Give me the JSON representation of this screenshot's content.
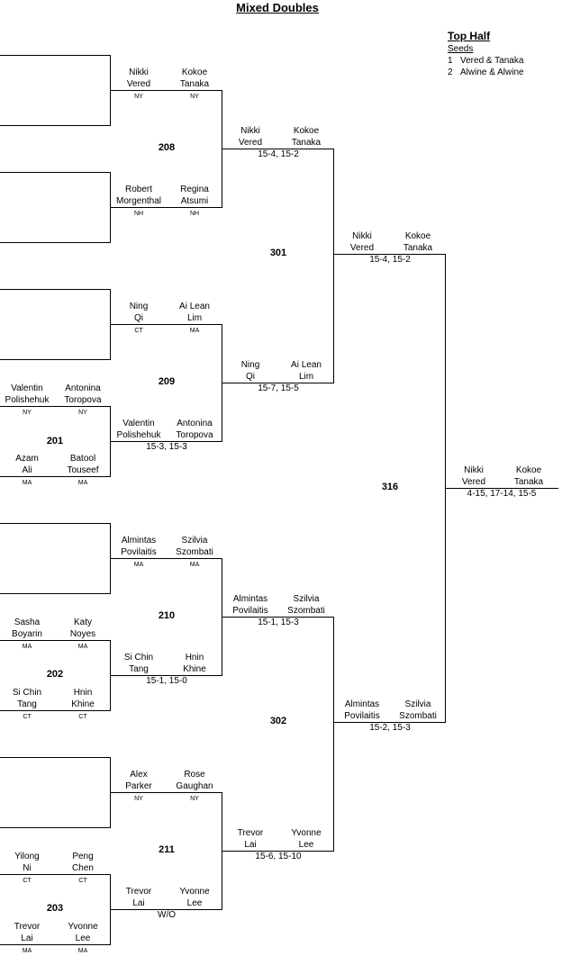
{
  "title": "Mixed Doubles",
  "legend": {
    "heading": "Top Half",
    "subheading": "Seeds",
    "seeds": [
      {
        "num": "1",
        "name": "Vered & Tanaka"
      },
      {
        "num": "2",
        "name": "Alwine & Alwine"
      }
    ]
  },
  "match_numbers": [
    "208",
    "209",
    "201",
    "210",
    "202",
    "211",
    "203",
    "301",
    "302",
    "316"
  ],
  "entries": [
    {
      "p1f": "Nikki",
      "p1l": "Vered",
      "p2f": "Kokoe",
      "p2l": "Tanaka",
      "s1": "NY",
      "s2": "NY"
    },
    {
      "p1f": "Robert",
      "p1l": "Morgenthal",
      "p2f": "Regina",
      "p2l": "Atsumi",
      "s1": "NH",
      "s2": "NH"
    },
    {
      "p1f": "Ning",
      "p1l": "Qi",
      "p2f": "Ai Lean",
      "p2l": "Lim",
      "s1": "CT",
      "s2": "MA"
    },
    {
      "p1f": "Valentin",
      "p1l": "Polishehuk",
      "p2f": "Antonina",
      "p2l": "Toropova",
      "s1": "NY",
      "s2": "NY"
    },
    {
      "p1f": "Azam",
      "p1l": "Ali",
      "p2f": "Batool",
      "p2l": "Touseef",
      "s1": "MA",
      "s2": "MA"
    },
    {
      "p1f": "Valentin",
      "p1l": "Polishehuk",
      "p2f": "Antonina",
      "p2l": "Toropova",
      "score": "15-3, 15-3"
    },
    {
      "p1f": "Almintas",
      "p1l": "Povilaitis",
      "p2f": "Szilvia",
      "p2l": "Szombati",
      "s1": "MA",
      "s2": "MA"
    },
    {
      "p1f": "Sasha",
      "p1l": "Boyarin",
      "p2f": "Katy",
      "p2l": "Noyes",
      "s1": "MA",
      "s2": "MA"
    },
    {
      "p1f": "Si Chin",
      "p1l": "Tang",
      "p2f": "Hnin",
      "p2l": "Khine",
      "s1": "CT",
      "s2": "CT"
    },
    {
      "p1f": "Si Chin",
      "p1l": "Tang",
      "p2f": "Hnin",
      "p2l": "Khine",
      "score": "15-1, 15-0"
    },
    {
      "p1f": "Alex",
      "p1l": "Parker",
      "p2f": "Rose",
      "p2l": "Gaughan",
      "s1": "NY",
      "s2": "NY"
    },
    {
      "p1f": "Yilong",
      "p1l": "Ni",
      "p2f": "Peng",
      "p2l": "Chen",
      "s1": "CT",
      "s2": "CT"
    },
    {
      "p1f": "Trevor",
      "p1l": "Lai",
      "p2f": "Yvonne",
      "p2l": "Lee",
      "s1": "MA",
      "s2": "MA"
    },
    {
      "p1f": "Trevor",
      "p1l": "Lai",
      "p2f": "Yvonne",
      "p2l": "Lee",
      "score": "W/O"
    },
    {
      "p1f": "Nikki",
      "p1l": "Vered",
      "p2f": "Kokoe",
      "p2l": "Tanaka",
      "score": "15-4, 15-2"
    },
    {
      "p1f": "Ning",
      "p1l": "Qi",
      "p2f": "Ai Lean",
      "p2l": "Lim",
      "score": "15-7, 15-5"
    },
    {
      "p1f": "Almintas",
      "p1l": "Povilaitis",
      "p2f": "Szilvia",
      "p2l": "Szombati",
      "score": "15-1, 15-3"
    },
    {
      "p1f": "Trevor",
      "p1l": "Lai",
      "p2f": "Yvonne",
      "p2l": "Lee",
      "score": "15-6, 15-10"
    },
    {
      "p1f": "Nikki",
      "p1l": "Vered",
      "p2f": "Kokoe",
      "p2l": "Tanaka",
      "score": "15-4, 15-2"
    },
    {
      "p1f": "Almintas",
      "p1l": "Povilaitis",
      "p2f": "Szilvia",
      "p2l": "Szombati",
      "score": "15-2, 15-3"
    },
    {
      "p1f": "Nikki",
      "p1l": "Vered",
      "p2f": "Kokoe",
      "p2l": "Tanaka",
      "score": "4-15, 17-14, 15-5"
    }
  ]
}
